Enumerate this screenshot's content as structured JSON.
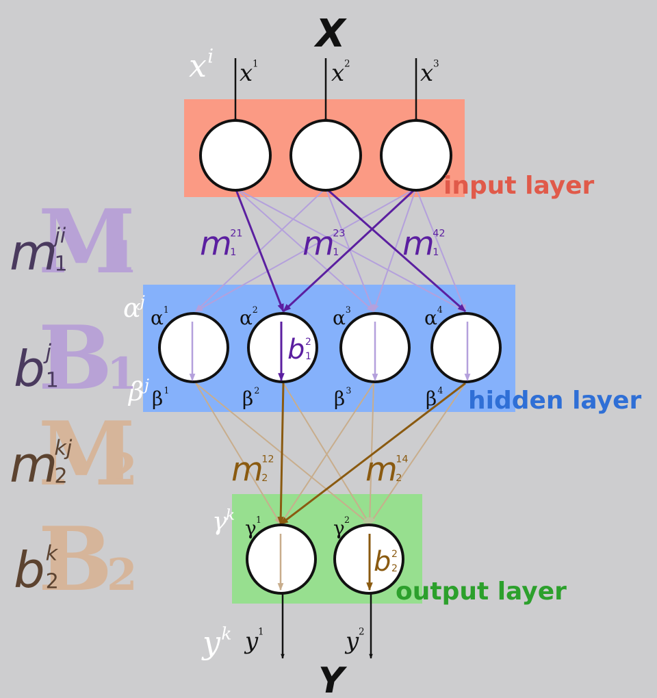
{
  "title_top": "X",
  "title_bottom": "Y",
  "layers": {
    "input": {
      "label": "input layer",
      "color": "#e05a4a"
    },
    "hidden": {
      "label": "hidden layer",
      "color": "#2f6fd6"
    },
    "output": {
      "label": "output layer",
      "color": "#2ca02c"
    }
  },
  "inputs": {
    "generic": {
      "base": "x",
      "sup": "i"
    },
    "items": [
      {
        "base": "x",
        "sup": "1"
      },
      {
        "base": "x",
        "sup": "2"
      },
      {
        "base": "x",
        "sup": "3"
      }
    ]
  },
  "hidden": {
    "alpha_generic": {
      "base": "α",
      "sup": "j"
    },
    "beta_generic": {
      "base": "β",
      "sup": "j"
    },
    "alphas": [
      {
        "base": "α",
        "sup": "1"
      },
      {
        "base": "α",
        "sup": "2"
      },
      {
        "base": "α",
        "sup": "3"
      },
      {
        "base": "α",
        "sup": "4"
      }
    ],
    "betas": [
      {
        "base": "β",
        "sup": "1"
      },
      {
        "base": "β",
        "sup": "2"
      },
      {
        "base": "β",
        "sup": "3"
      },
      {
        "base": "β",
        "sup": "4"
      }
    ],
    "bias": {
      "base": "b",
      "sup": "2",
      "sub": "1"
    }
  },
  "weights1": [
    {
      "base": "m",
      "sup": "21",
      "sub": "1"
    },
    {
      "base": "m",
      "sup": "23",
      "sub": "1"
    },
    {
      "base": "m",
      "sup": "42",
      "sub": "1"
    }
  ],
  "weights2": [
    {
      "base": "m",
      "sup": "12",
      "sub": "2"
    },
    {
      "base": "m",
      "sup": "14",
      "sub": "2"
    }
  ],
  "output": {
    "gamma_generic": {
      "base": "γ",
      "sup": "k"
    },
    "gammas": [
      {
        "base": "γ",
        "sup": "1"
      },
      {
        "base": "γ",
        "sup": "2"
      }
    ],
    "bias": {
      "base": "b",
      "sup": "2",
      "sub": "2"
    },
    "y_generic": {
      "base": "y",
      "sup": "k"
    },
    "ys": [
      {
        "base": "y",
        "sup": "1"
      },
      {
        "base": "y",
        "sup": "2"
      }
    ]
  },
  "legend": [
    {
      "base": "m",
      "sup": "ji",
      "sub": "1",
      "big": "M",
      "big_sub": "1"
    },
    {
      "base": "b",
      "sup": "j",
      "sub": "1",
      "big": "B",
      "big_sub": "1"
    },
    {
      "base": "m",
      "sup": "kj",
      "sub": "2",
      "big": "M",
      "big_sub": "2"
    },
    {
      "base": "b",
      "sup": "k",
      "sub": "2",
      "big": "B",
      "big_sub": "2"
    }
  ],
  "colors": {
    "purple": "#5b1fa0",
    "purple_light": "#b4a0dc",
    "brown": "#8a5a10",
    "brown_light": "#c8ad8c",
    "input_band": "#fb9a84",
    "hidden_band": "#85b1fb",
    "output_band": "#97df8f"
  }
}
